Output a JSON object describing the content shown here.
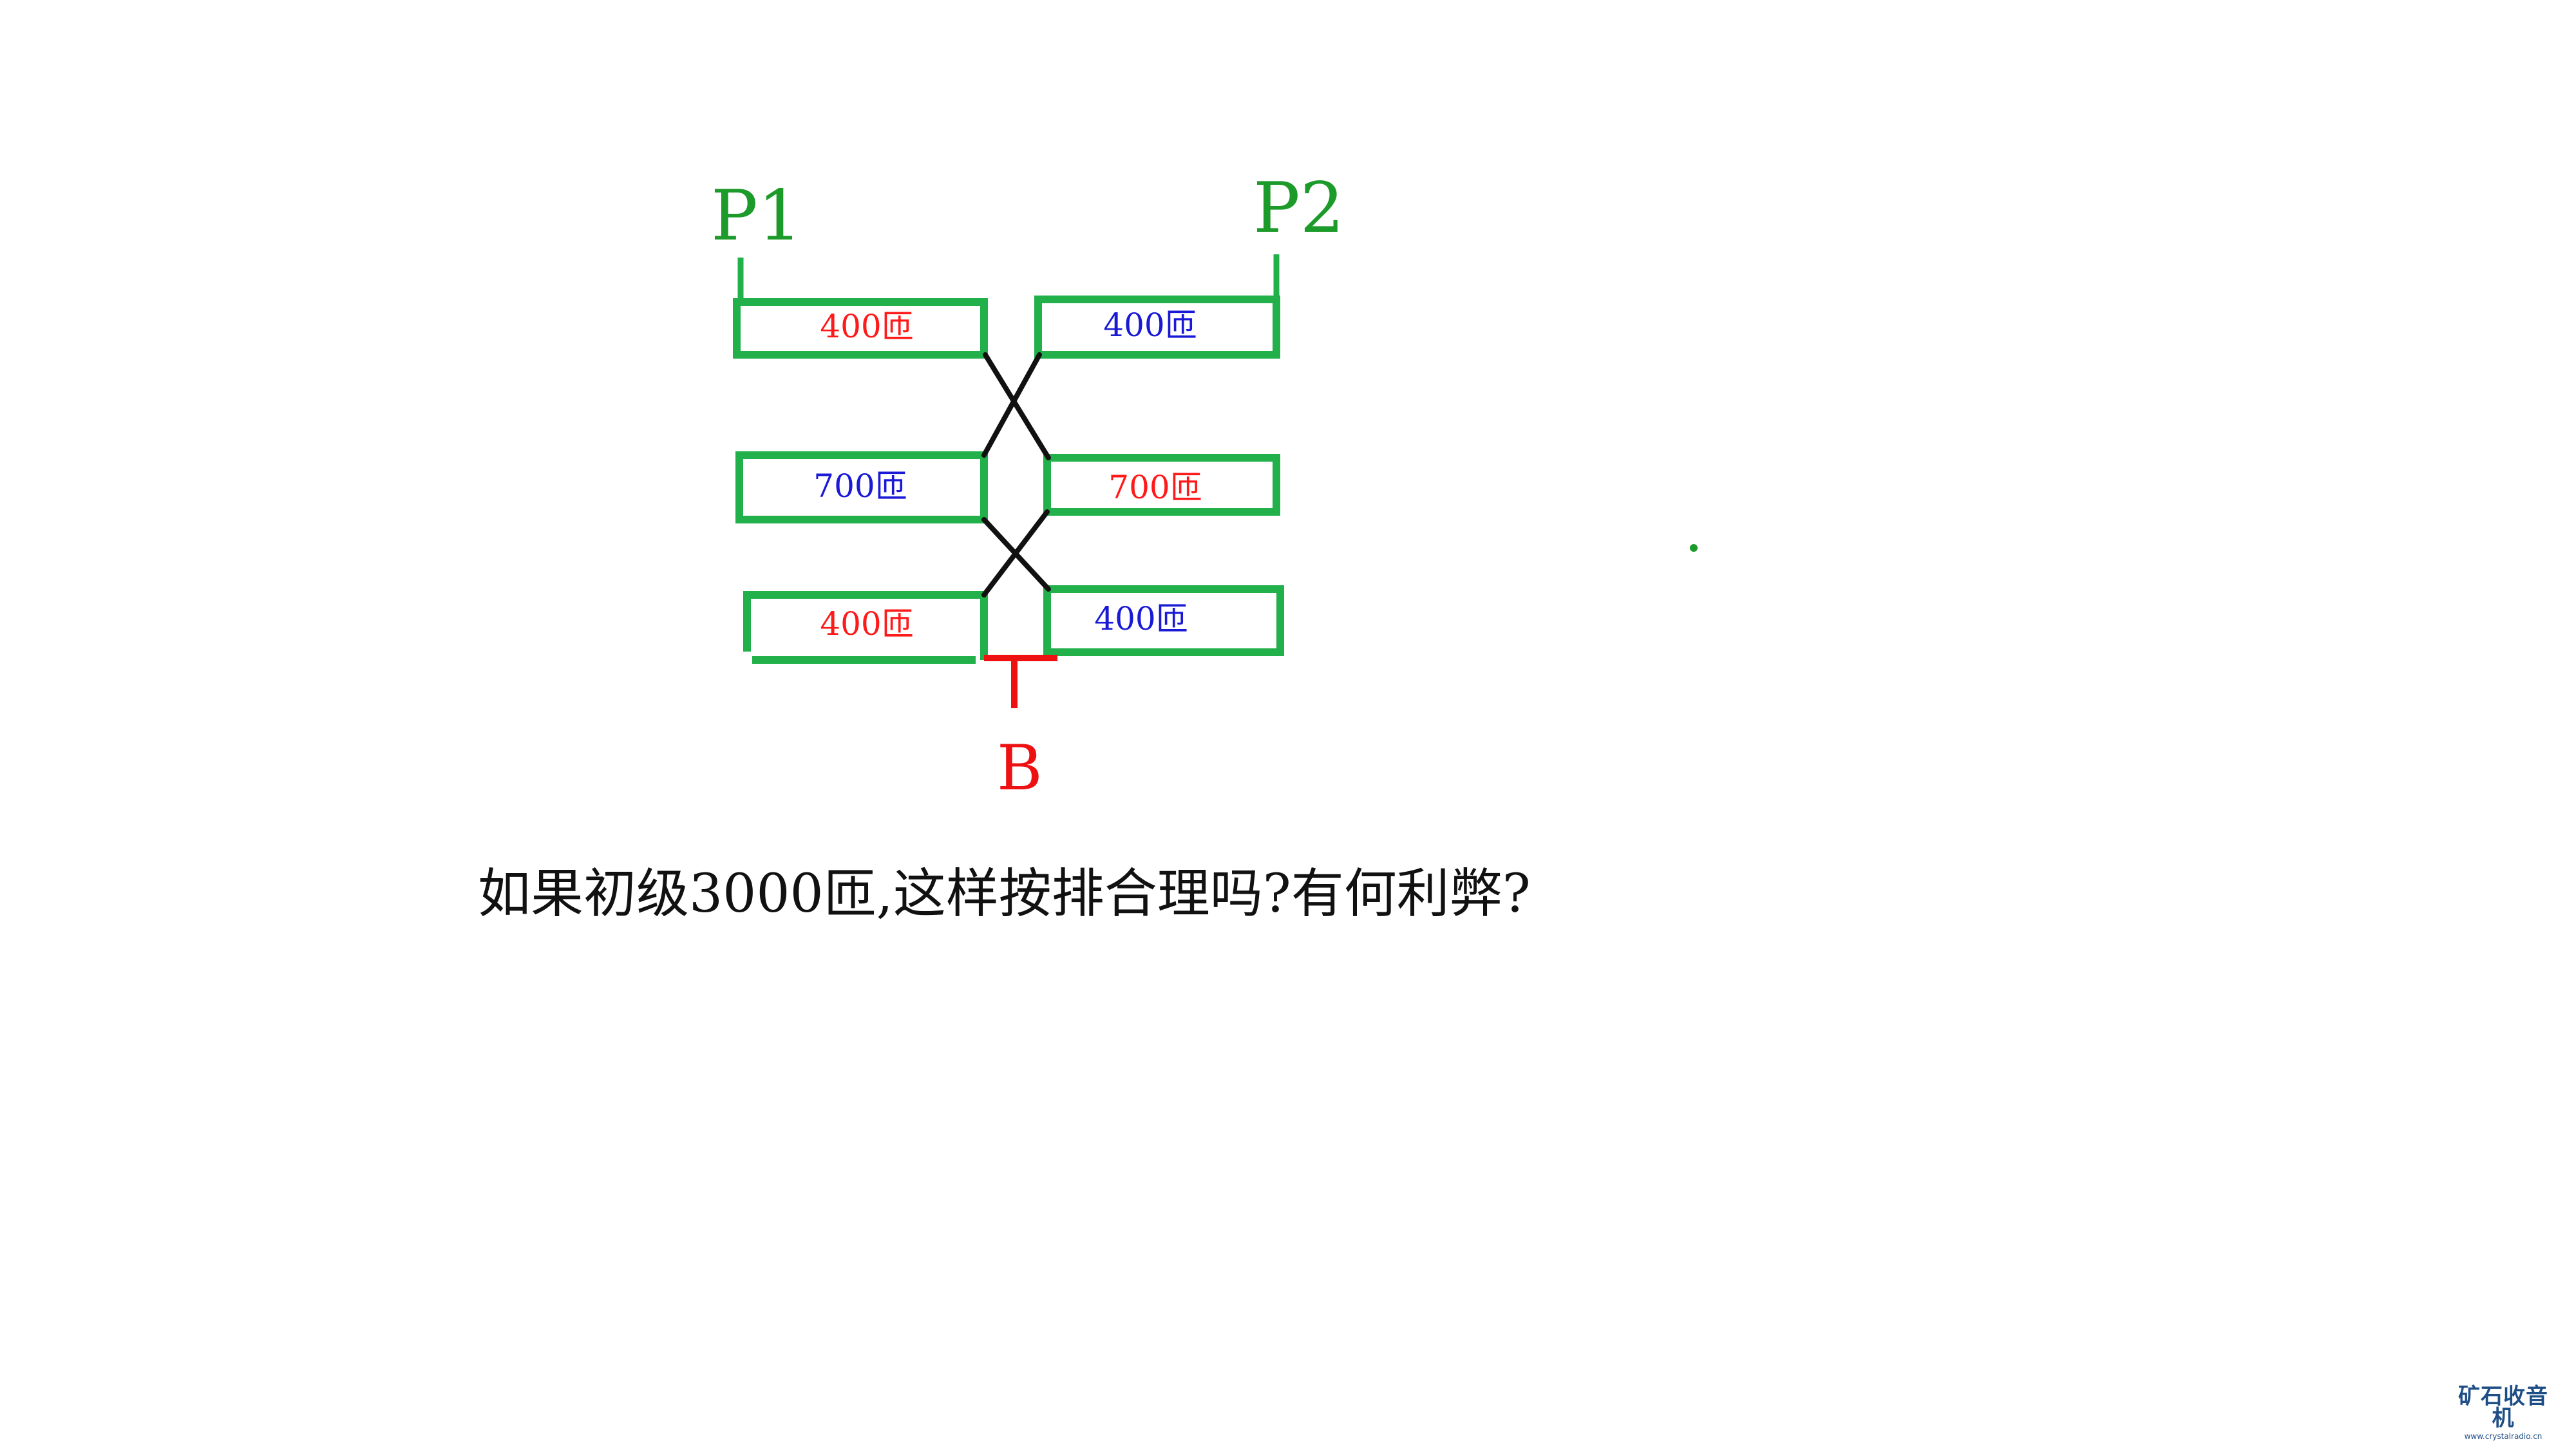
{
  "diagram": {
    "colors": {
      "box_border": "#22b04b",
      "terminal_label": "#1c9a2a",
      "label_red": "#ff1a1a",
      "label_blue": "#1a1ad6",
      "cross_wire": "#111111",
      "tap_marker": "#ee1111",
      "stray_dot": "#1c9a2a"
    },
    "terminals": {
      "p1": "P1",
      "p2": "P2",
      "b": "B"
    },
    "coils": {
      "left_top": "400匝",
      "left_middle": "700匝",
      "left_bottom": "400匝",
      "right_top": "400匝",
      "right_middle": "700匝",
      "right_bottom": "400匝"
    },
    "question": "如果初级3000匝,这样按排合理吗?有何利弊?"
  },
  "watermark": {
    "title": "矿石收音机",
    "url": "www.crystalradio.cn"
  }
}
